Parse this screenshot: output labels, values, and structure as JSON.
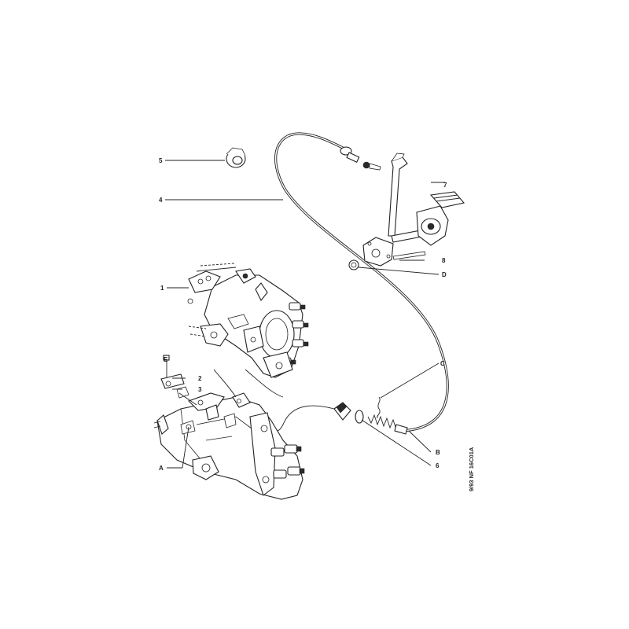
{
  "callouts": {
    "c1": "1",
    "c2": "2",
    "c3": "3",
    "c4": "4",
    "c5": "5",
    "c6": "6",
    "c7": "7",
    "c8": "8",
    "cA": "A",
    "cB": "B",
    "cC": "C",
    "cD": "D",
    "cE": "E"
  },
  "stamp": "9/93  NF 16C01A"
}
